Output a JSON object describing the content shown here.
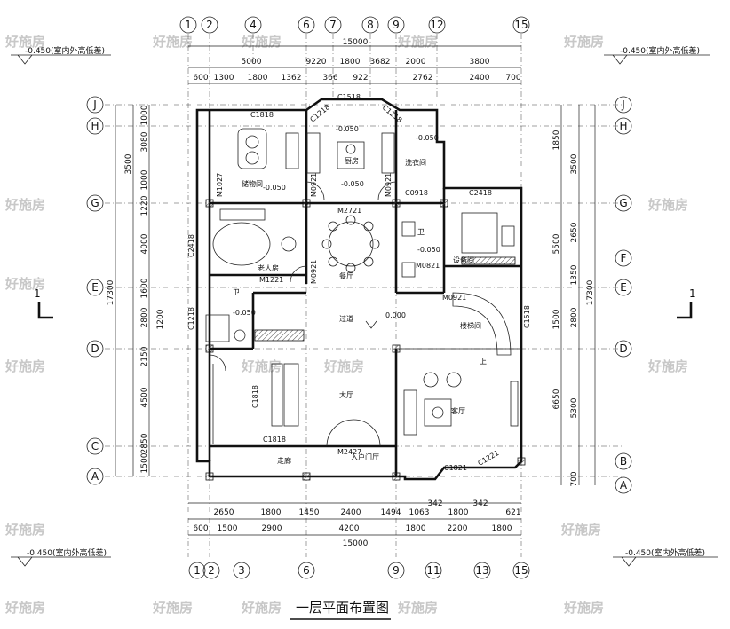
{
  "title": "一层平面布置图",
  "watermark": "好施房",
  "level_label": "-0.450(室内外高低差)",
  "floor_level": "0.000",
  "local_levels": [
    "-0.050",
    "-0.050",
    "-0.050",
    "-0.050",
    "-0.050",
    "-0.050"
  ],
  "section_mark": "1",
  "axes_top": [
    "1",
    "2",
    "4",
    "6",
    "7",
    "8",
    "9",
    "12",
    "15"
  ],
  "axes_bottom": [
    "1",
    "2",
    "3",
    "6",
    "9",
    "11",
    "13",
    "15"
  ],
  "axes_left": [
    "J",
    "H",
    "G",
    "E",
    "D",
    "C",
    "A"
  ],
  "axes_right": [
    "J",
    "H",
    "G",
    "F",
    "E",
    "D",
    "B",
    "A"
  ],
  "dims_top_total": "15000",
  "dims_top_1": [
    "5000",
    "9220",
    "1800",
    "3682",
    "2000",
    "3800"
  ],
  "dims_top_2": [
    "600",
    "1300",
    "1800",
    "1362",
    "366",
    "922",
    "2762",
    "2400",
    "700"
  ],
  "dims_bottom_1": [
    "2650",
    "1800",
    "1450",
    "2400",
    "1494",
    "1063",
    "342",
    "1800",
    "342",
    "621"
  ],
  "dims_bottom_2": [
    "600",
    "1500",
    "2900",
    "4200",
    "1800",
    "2200",
    "1800"
  ],
  "dims_bottom_total": "15000",
  "dims_left_1": [
    "1000",
    "3080",
    "1000",
    "1220",
    "4000",
    "1600",
    "2800",
    "1200",
    "2150",
    "4500",
    "2850",
    "1500"
  ],
  "dims_left_2": [
    "3500",
    "17300"
  ],
  "dims_right_1": [
    "1850",
    "3500",
    "2650",
    "1350",
    "1500",
    "5300",
    "700"
  ],
  "dims_right_2": [
    "5500",
    "2800",
    "6650",
    "17300"
  ],
  "rooms": {
    "kitchen": "厨房",
    "dining": "餐厅",
    "hall": "大厅",
    "living": "客厅",
    "corridor": "过道",
    "elderly_room": "老人房",
    "bath_a": "卫",
    "bath_b": "卫",
    "stair": "楼梯间",
    "entrance": "入户门厅",
    "porch": "走廊",
    "laundry": "洗衣间",
    "storage": "储物间",
    "boiler": "设备间",
    "up": "上"
  },
  "door_window_tags": [
    "C1518",
    "C1818",
    "C1218",
    "C1218",
    "M1027",
    "M0921",
    "M2721",
    "M0921",
    "C0918",
    "C2418",
    "M0921",
    "C2418",
    "M1221",
    "M0821",
    "M0921",
    "C1218",
    "C1518",
    "C1818",
    "C1818",
    "M2427",
    "C1821",
    "C1221"
  ]
}
